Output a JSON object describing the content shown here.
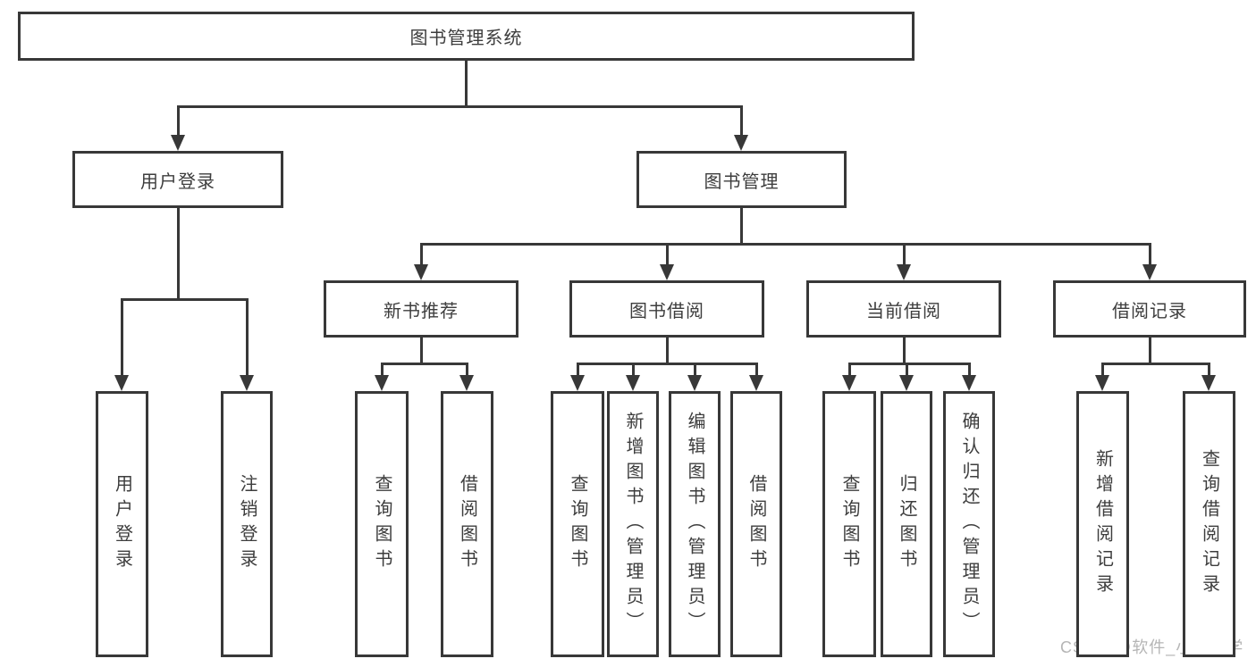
{
  "title": "图书管理系统",
  "watermark": {
    "text": "CSDN @软件_小贺同学"
  },
  "colors": {
    "line": "#383838",
    "text": "#3d3d3d",
    "background": "#ffffff",
    "watermark": "#b5b5b5"
  },
  "diagram": {
    "nodes": [
      {
        "id": "root",
        "label": "图书管理系统"
      },
      {
        "id": "user-login",
        "label": "用户登录"
      },
      {
        "id": "book-management",
        "label": "图书管理"
      },
      {
        "id": "new-book-recommend",
        "label": "新书推荐"
      },
      {
        "id": "book-borrowing",
        "label": "图书借阅"
      },
      {
        "id": "current-borrowing",
        "label": "当前借阅"
      },
      {
        "id": "borrowing-records",
        "label": "借阅记录"
      },
      {
        "id": "leaf-user-login",
        "label": "用户登录"
      },
      {
        "id": "leaf-logout",
        "label": "注销登录"
      },
      {
        "id": "leaf-nb-query-books",
        "label": "查询图书"
      },
      {
        "id": "leaf-nb-borrow-books",
        "label": "借阅图书"
      },
      {
        "id": "leaf-bb-query-books",
        "label": "查询图书"
      },
      {
        "id": "leaf-bb-add-books",
        "label": "新增图书（管理员）"
      },
      {
        "id": "leaf-bb-edit-books",
        "label": "编辑图书（管理员）"
      },
      {
        "id": "leaf-bb-borrow-books",
        "label": "借阅图书"
      },
      {
        "id": "leaf-cb-query-books",
        "label": "查询图书"
      },
      {
        "id": "leaf-cb-return-books",
        "label": "归还图书"
      },
      {
        "id": "leaf-cb-confirm-return",
        "label": "确认归还（管理员）"
      },
      {
        "id": "leaf-br-add-record",
        "label": "新增借阅记录"
      },
      {
        "id": "leaf-br-query-record",
        "label": "查询借阅记录"
      }
    ],
    "hierarchy": {
      "图书管理系统": {
        "用户登录": [
          "用户登录",
          "注销登录"
        ],
        "图书管理": {
          "新书推荐": [
            "查询图书",
            "借阅图书"
          ],
          "图书借阅": [
            "查询图书",
            "新增图书（管理员）",
            "编辑图书（管理员）",
            "借阅图书"
          ],
          "当前借阅": [
            "查询图书",
            "归还图书",
            "确认归还（管理员）"
          ],
          "借阅记录": [
            "新增借阅记录",
            "查询借阅记录"
          ]
        }
      }
    }
  }
}
